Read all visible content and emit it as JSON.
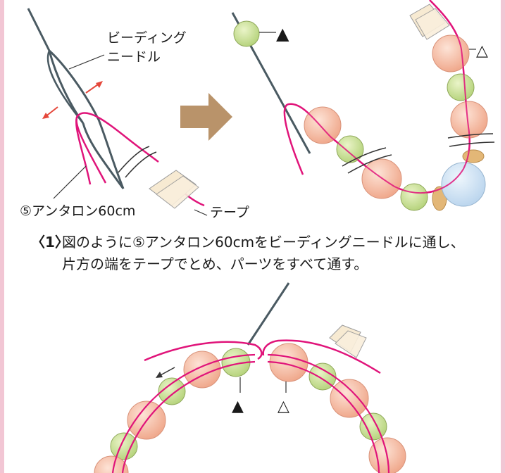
{
  "step1": {
    "needle_label_line1": "ビーディング",
    "needle_label_line2": "ニードル",
    "thread_label": "⑤アンタロン60cm",
    "tape_label": "テープ",
    "filled_marker": "▲",
    "open_marker": "△",
    "caption_number": "〈1〉",
    "caption_line1": "図のように⑤アンタロン60cmをビーディングニードルに通し、",
    "caption_line2": "片方の端をテープでとめ、パーツをすべて通す。"
  },
  "step2": {
    "filled_marker": "▲",
    "open_marker": "△"
  },
  "colors": {
    "thread": "#e0147a",
    "needle": "#4a5a62",
    "pearl": "#f2b79f",
    "green_bead": "#c9df9a",
    "blue_bead": "#cfe3f3",
    "tape": "#f7ead2",
    "arrow": "#b9936a",
    "border": "#f2c6d4"
  }
}
